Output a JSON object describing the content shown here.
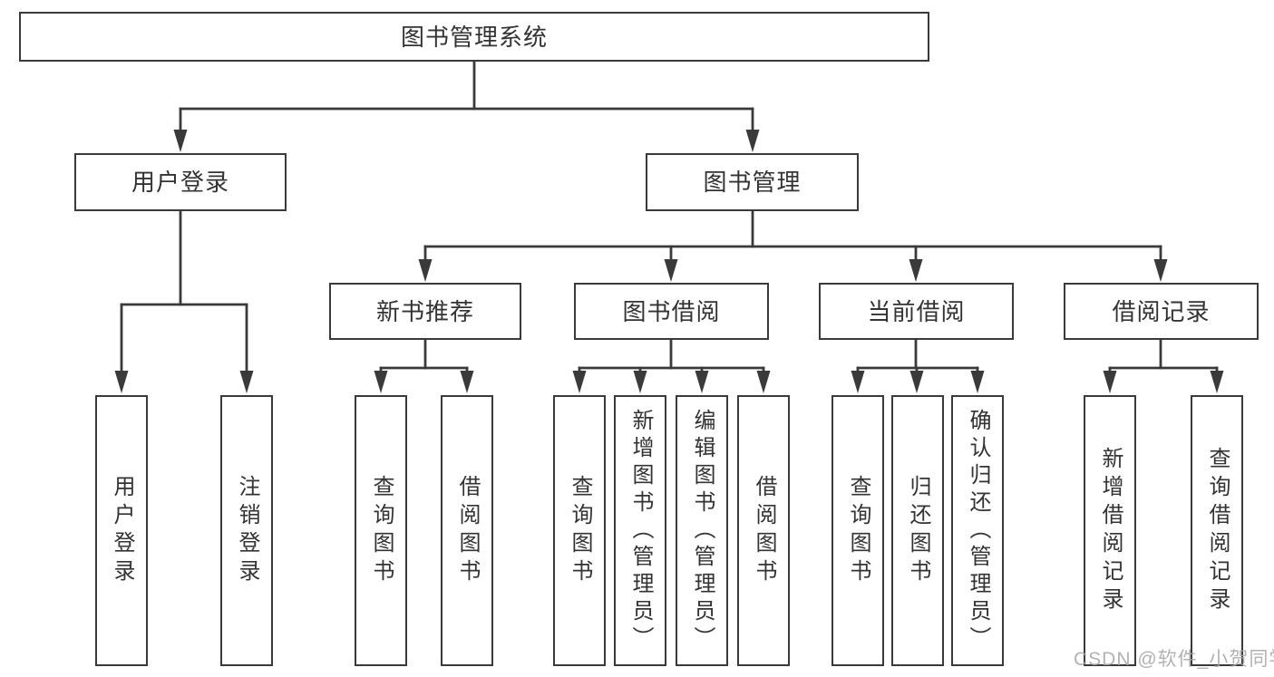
{
  "tree": {
    "label": "图书管理系统",
    "children": [
      {
        "label": "用户登录",
        "children": [
          {
            "label": "用户登录"
          },
          {
            "label": "注销登录"
          }
        ]
      },
      {
        "label": "图书管理",
        "children": [
          {
            "label": "新书推荐",
            "children": [
              {
                "label": "查询图书"
              },
              {
                "label": "借阅图书"
              }
            ]
          },
          {
            "label": "图书借阅",
            "children": [
              {
                "label": "查询图书"
              },
              {
                "label": "新增图书（管理员）"
              },
              {
                "label": "编辑图书（管理员）"
              },
              {
                "label": "借阅图书"
              }
            ]
          },
          {
            "label": "当前借阅",
            "children": [
              {
                "label": "查询图书"
              },
              {
                "label": "归还图书"
              },
              {
                "label": "确认归还（管理员）"
              }
            ]
          },
          {
            "label": "借阅记录",
            "children": [
              {
                "label": "新增借阅记录"
              },
              {
                "label": "查询借阅记录"
              }
            ]
          }
        ]
      }
    ]
  },
  "watermark": "CSDN @软件_小贺同学",
  "colors": {
    "line": "#3a3a3a",
    "text": "#333333",
    "background": "#ffffff",
    "watermark": "#a4a4a4"
  }
}
